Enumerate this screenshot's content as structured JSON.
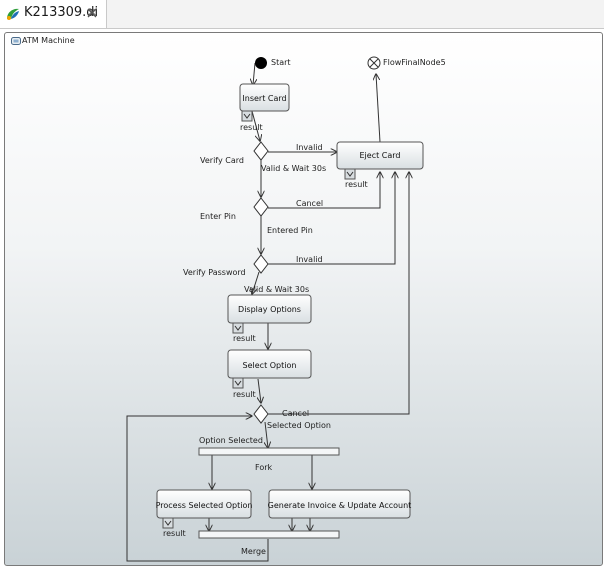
{
  "tab": {
    "title": "K213309.di",
    "icon": "diagram-file-icon",
    "close_icon": "close-icon"
  },
  "diagram": {
    "frame_title": "ATM Machine",
    "start_label": "Start",
    "final_label": "FlowFinalNode5",
    "actions": {
      "insert_card": "Insert Card",
      "eject_card": "Eject Card",
      "display_options": "Display Options",
      "select_option": "Select Option",
      "process_selected_option": "Process Selected Option",
      "generate_invoice": "Generate Invoice & Update Account"
    },
    "pins": {
      "insert_card_result": "result",
      "eject_card_result": "result",
      "display_options_result": "result",
      "select_option_result": "result",
      "process_result": "result"
    },
    "decisions": {
      "verify_card": "Verify Card",
      "enter_pin": "Enter Pin",
      "verify_password": "Verify Password"
    },
    "guards": {
      "invalid_1": "Invalid",
      "valid_wait_1": "Valid & Wait 30s",
      "cancel_1": "Cancel",
      "entered_pin": "Entered Pin",
      "invalid_2": "Invalid",
      "valid_wait_2": "Valid & Wait 30s",
      "cancel_2": "Cancel",
      "selected_option": "Selected Option",
      "option_selected": "Option Selected"
    },
    "bars": {
      "fork": "Fork",
      "merge": "Merge"
    },
    "colors": {
      "node_fill_top": "#ffffff",
      "node_fill_bottom": "#d9dfe2",
      "node_border": "#555555",
      "edge": "#333333"
    }
  }
}
